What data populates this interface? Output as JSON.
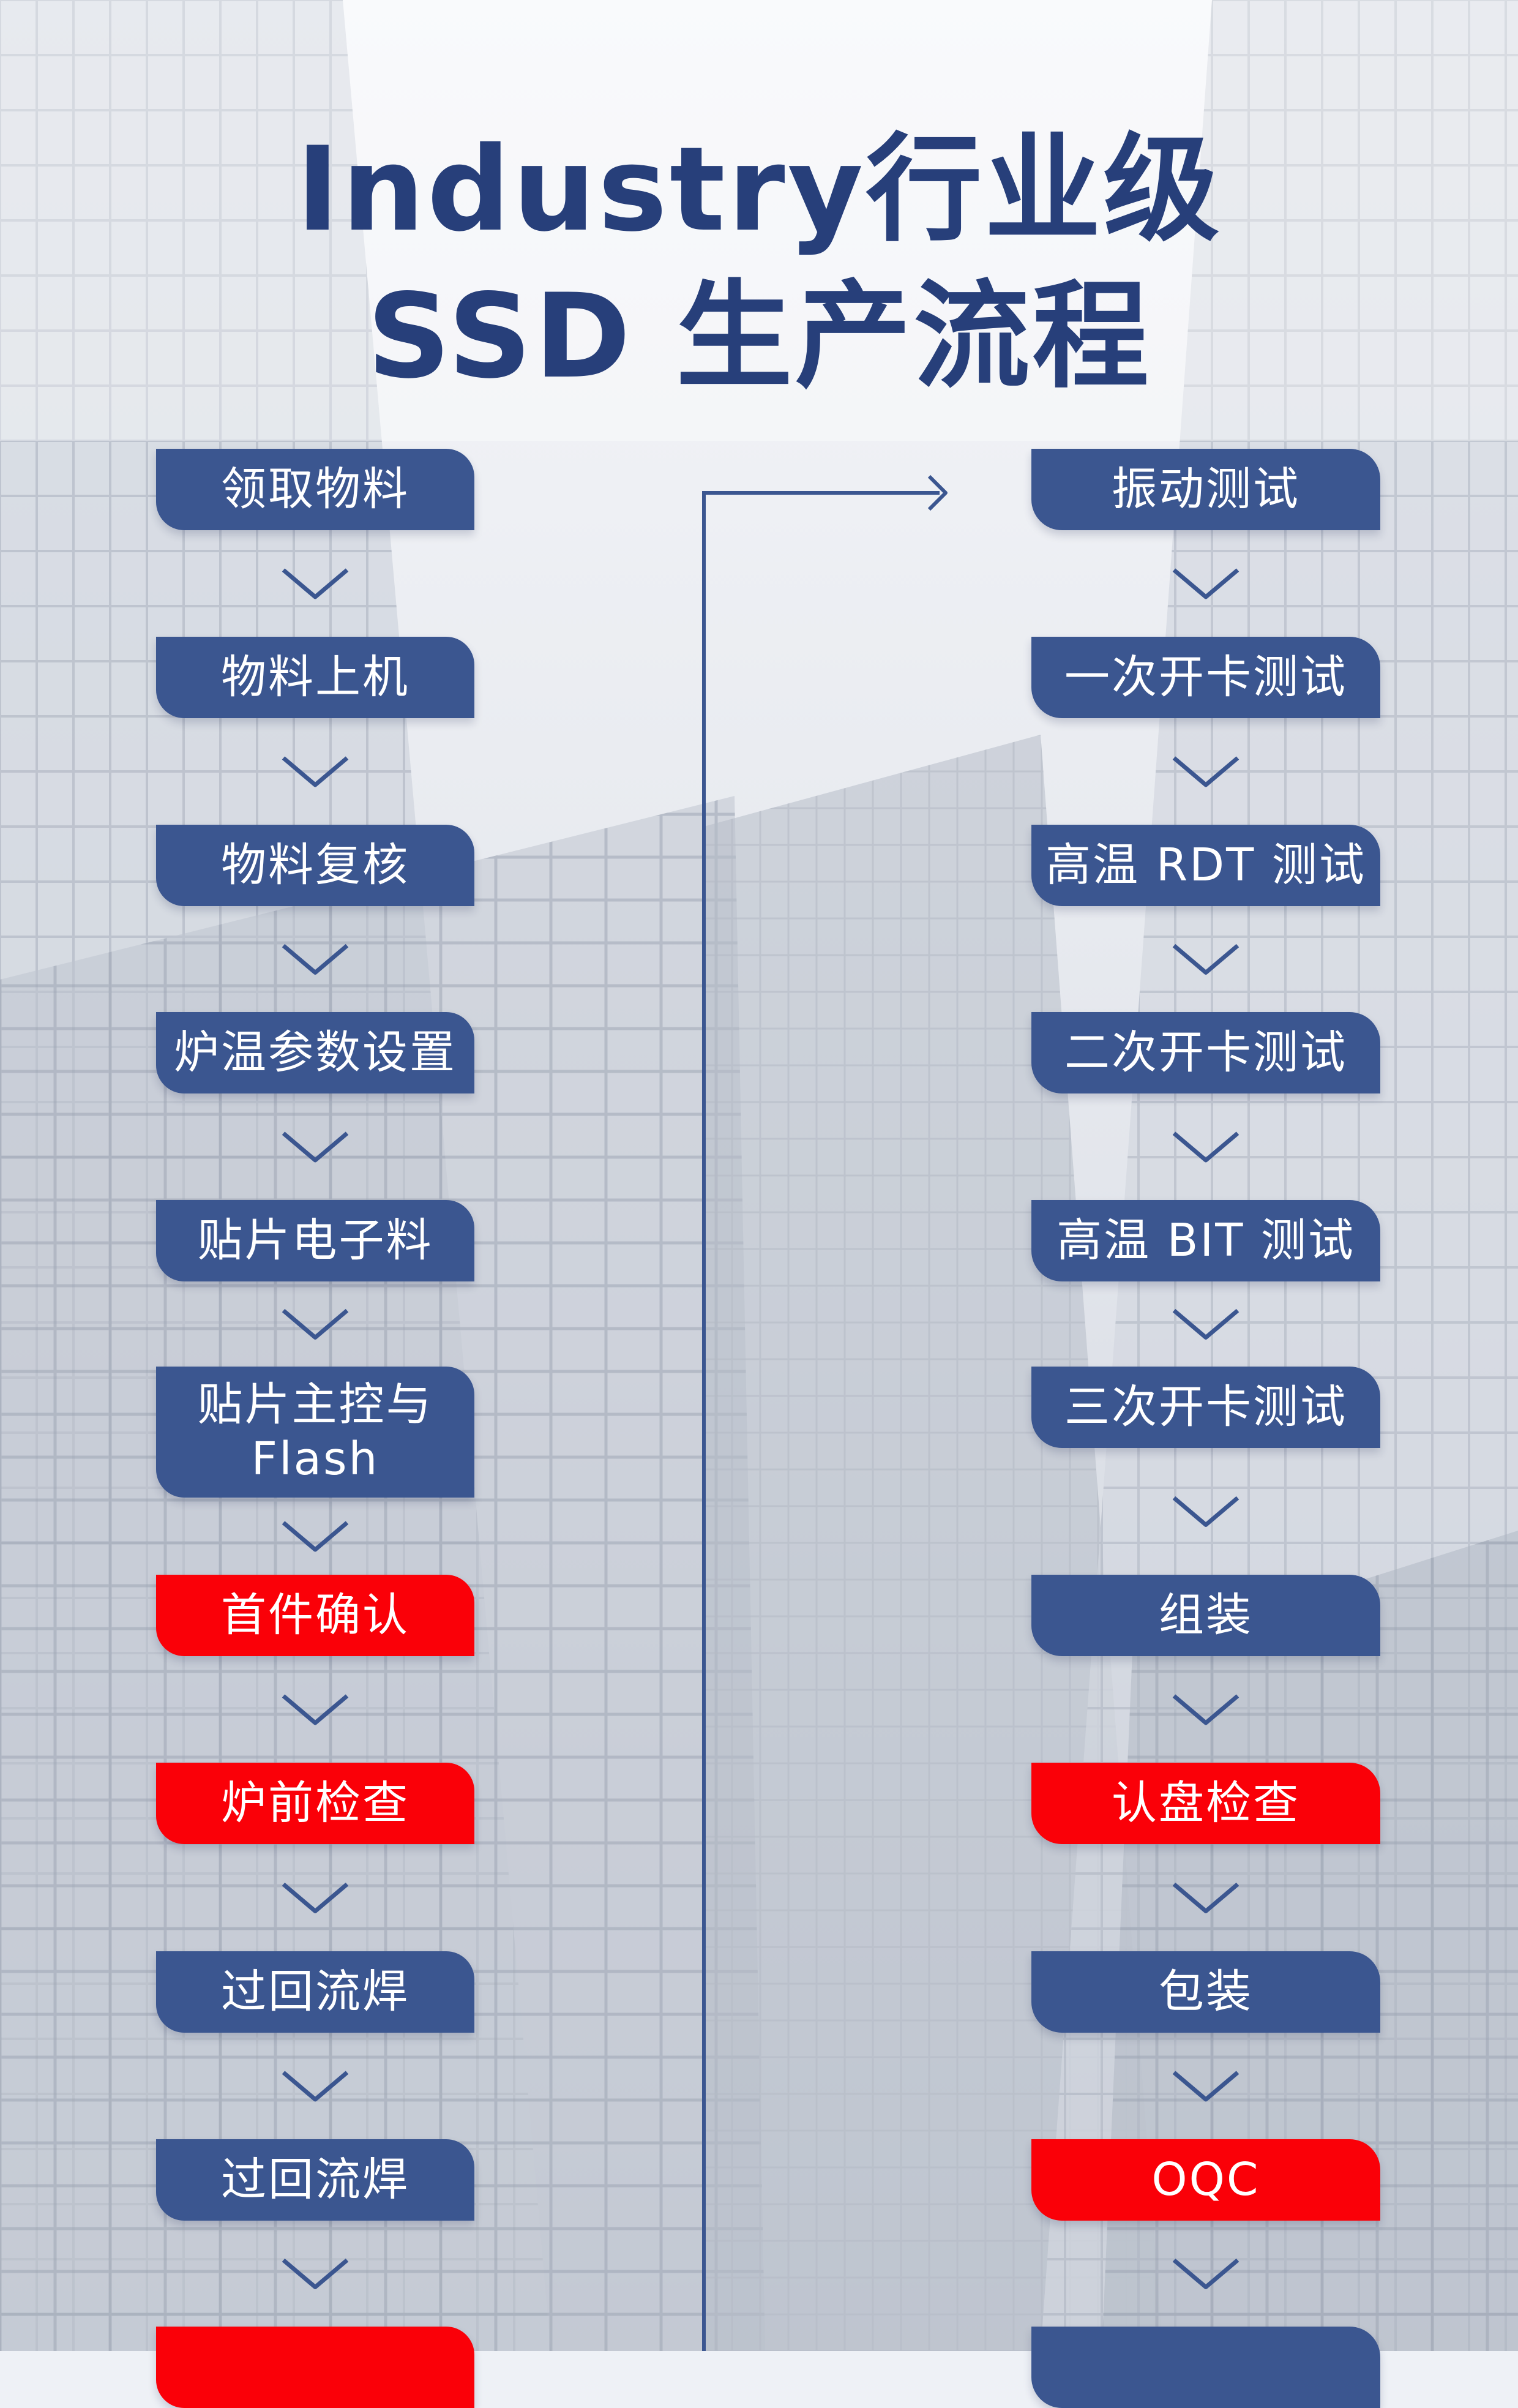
{
  "title": {
    "line1": "Industry行业级",
    "line2": "SSD 生产流程"
  },
  "colors": {
    "title": "#273f7a",
    "step_blue": "#3b5690",
    "step_red": "#fa0008",
    "step_text": "#ffffff",
    "connector": "#3b5690"
  },
  "left_steps": [
    {
      "label": "领取物料",
      "color": "blue"
    },
    {
      "label": "物料上机",
      "color": "blue"
    },
    {
      "label": "物料复核",
      "color": "blue"
    },
    {
      "label": "炉温参数设置",
      "color": "blue"
    },
    {
      "label": "贴片电子料",
      "color": "blue"
    },
    {
      "label": "贴片主控与\nFlash",
      "color": "blue"
    },
    {
      "label": "首件确认",
      "color": "red"
    },
    {
      "label": "炉前检查",
      "color": "red"
    },
    {
      "label": "过回流焊",
      "color": "blue"
    },
    {
      "label": "过回流焊",
      "color": "blue"
    },
    {
      "label": "",
      "color": "red"
    }
  ],
  "right_steps": [
    {
      "label": "振动测试",
      "color": "blue"
    },
    {
      "label": "一次开卡测试",
      "color": "blue"
    },
    {
      "label": "高温 RDT 测试",
      "color": "blue"
    },
    {
      "label": "二次开卡测试",
      "color": "blue"
    },
    {
      "label": "高温 BIT 测试",
      "color": "blue"
    },
    {
      "label": "三次开卡测试",
      "color": "blue"
    },
    {
      "label": "组装",
      "color": "blue"
    },
    {
      "label": "认盘检查",
      "color": "red"
    },
    {
      "label": "包装",
      "color": "blue"
    },
    {
      "label": "OQC",
      "color": "red"
    },
    {
      "label": "",
      "color": "blue"
    }
  ]
}
